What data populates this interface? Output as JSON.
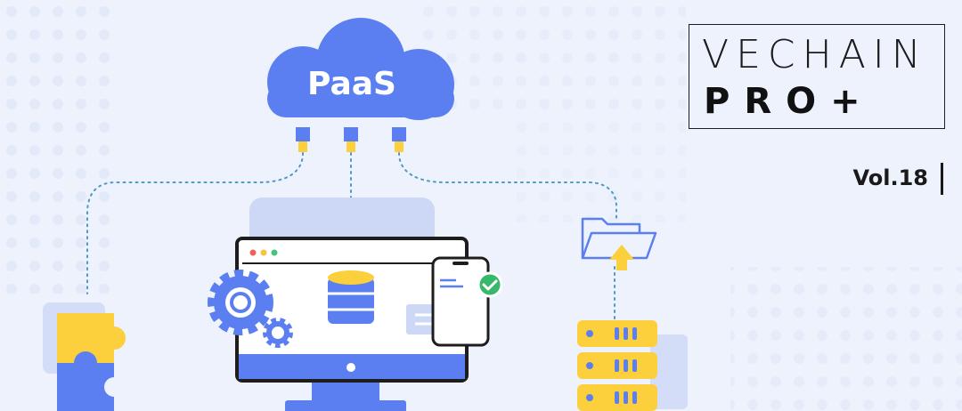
{
  "cloud": {
    "label": "PaaS"
  },
  "brand": {
    "line1": "VECHAIN",
    "line2": "PRO+"
  },
  "issue": {
    "label": "Vol.18"
  },
  "colors": {
    "background": "#eef2fc",
    "primary_blue": "#5b7ff0",
    "yellow": "#fccf3c",
    "dark": "#111111"
  },
  "icons": [
    "cloud-icon",
    "connector-icon",
    "monitor-icon",
    "gear-icon",
    "database-icon",
    "smartphone-icon",
    "check-icon",
    "chat-bubble-icon",
    "folder-icon",
    "upload-arrow-icon",
    "server-rack-icon",
    "puzzle-icon"
  ]
}
